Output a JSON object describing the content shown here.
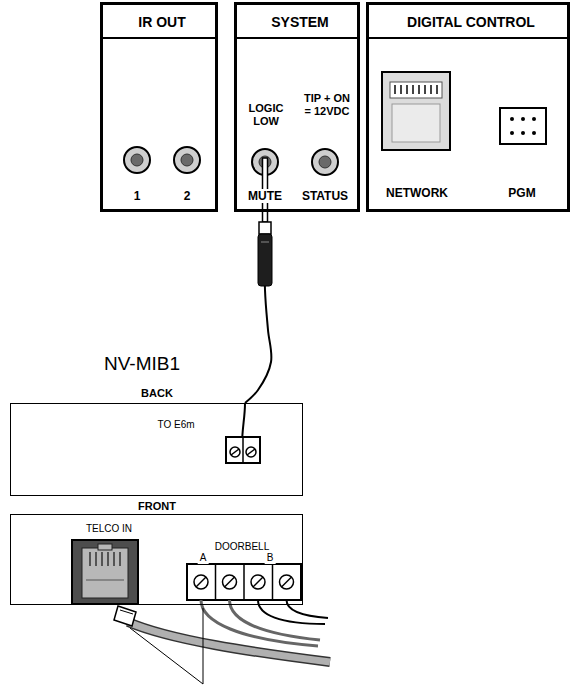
{
  "diagram": {
    "nodes": [
      {
        "text": [
          "IR OUT"
        ]
      },
      {
        "text": [
          "SYSTEM"
        ]
      },
      {
        "text": [
          "DIGITAL CONTROL"
        ]
      },
      {
        "text": [
          "BACK",
          "TO E6m"
        ]
      },
      {
        "text": [
          "FRONT",
          "TELCO IN",
          "DOORBELL"
        ]
      }
    ],
    "edges": [
      {
        "from": 1,
        "to": 3,
        "arrow": "none"
      }
    ],
    "labels": [
      "1",
      "2",
      "LOGIC LOW",
      "TIP + ON = 12VDC",
      "MUTE",
      "STATUS",
      "NETWORK",
      "PGM",
      "NV-MIB1",
      "A",
      "B"
    ]
  }
}
